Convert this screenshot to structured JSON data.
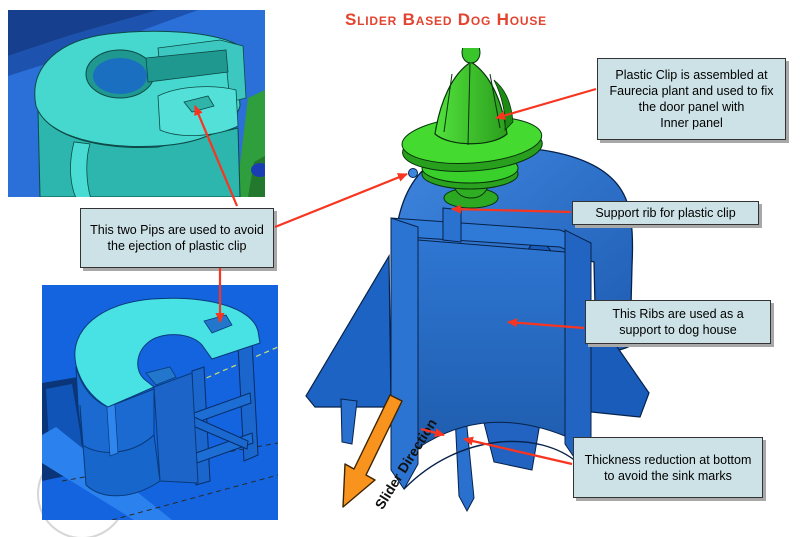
{
  "slide": {
    "title": "Slider Based Dog House",
    "callouts": {
      "plastic_clip": "Plastic Clip is assembled at Faurecia plant and used to fix the door panel with\nInner panel",
      "support_rib": "Support rib for plastic clip",
      "ribs": "This Ribs are used as a support to dog house",
      "thickness": "Thickness reduction at bottom to avoid the sink marks",
      "pips": "This two Pips are used to avoid the ejection of plastic clip"
    },
    "slider_direction_label": "Slider Direction",
    "colors": {
      "title_red": "#e2442f",
      "leader_arrow_red": "#f83520",
      "slider_arrow_orange": "#f8941e",
      "callout_bg": "#cde2e7",
      "cad_background_blue": "#2a70d8",
      "part_teal": "#46d8cf",
      "part_cyan": "#49e2e4",
      "dog_house_blue": "#2c74d2",
      "plastic_clip_green": "#3ad02c"
    }
  }
}
